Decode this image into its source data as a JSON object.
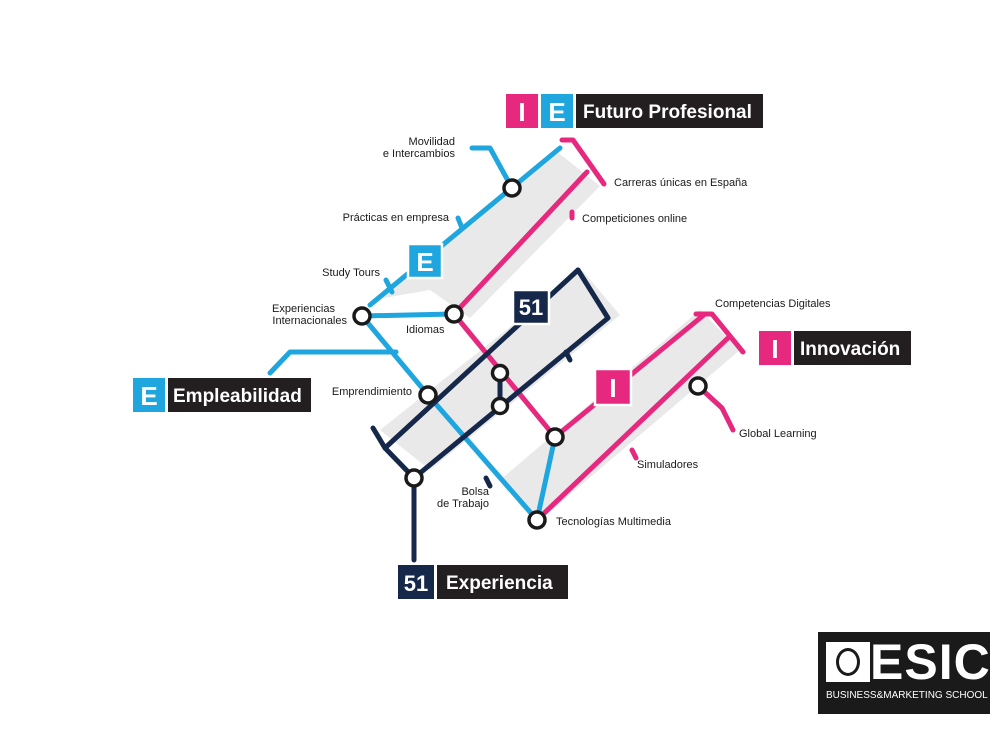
{
  "colors": {
    "blue": "#1fa6de",
    "pink": "#e6287f",
    "navy": "#16284a",
    "black": "#231f20",
    "gray": "#e9e9e9"
  },
  "legend": {
    "futuro": {
      "badge1": "I",
      "badge2": "E",
      "title": "Futuro Profesional"
    },
    "innovacion": {
      "badge": "I",
      "title": "Innovación"
    },
    "empleabilidad": {
      "badge": "E",
      "title": "Empleabilidad"
    },
    "experiencia": {
      "badge": "51",
      "title": "Experiencia"
    }
  },
  "line_markers": {
    "e": "E",
    "fiftyone": "51",
    "i": "I"
  },
  "stations": {
    "movilidad_line1": "Movilidad",
    "movilidad_line2": "e Intercambios",
    "practicas": "Prácticas en empresa",
    "study_tours": "Study Tours",
    "experiencias_line1": "Experiencias",
    "experiencias_line2": "Internacionales",
    "idiomas": "Idiomas",
    "emprendimiento": "Emprendimiento",
    "bolsa_line1": "Bolsa",
    "bolsa_line2": "de Trabajo",
    "tecnologias": "Tecnologías Multimedia",
    "carreras": "Carreras únicas en España",
    "competiciones": "Competiciones online",
    "competencias": "Competencias Digitales",
    "global": "Global Learning",
    "simuladores": "Simuladores"
  },
  "logo": {
    "wordmark": "ESIC",
    "tagline": "BUSINESS&MARKETING SCHOOL"
  }
}
